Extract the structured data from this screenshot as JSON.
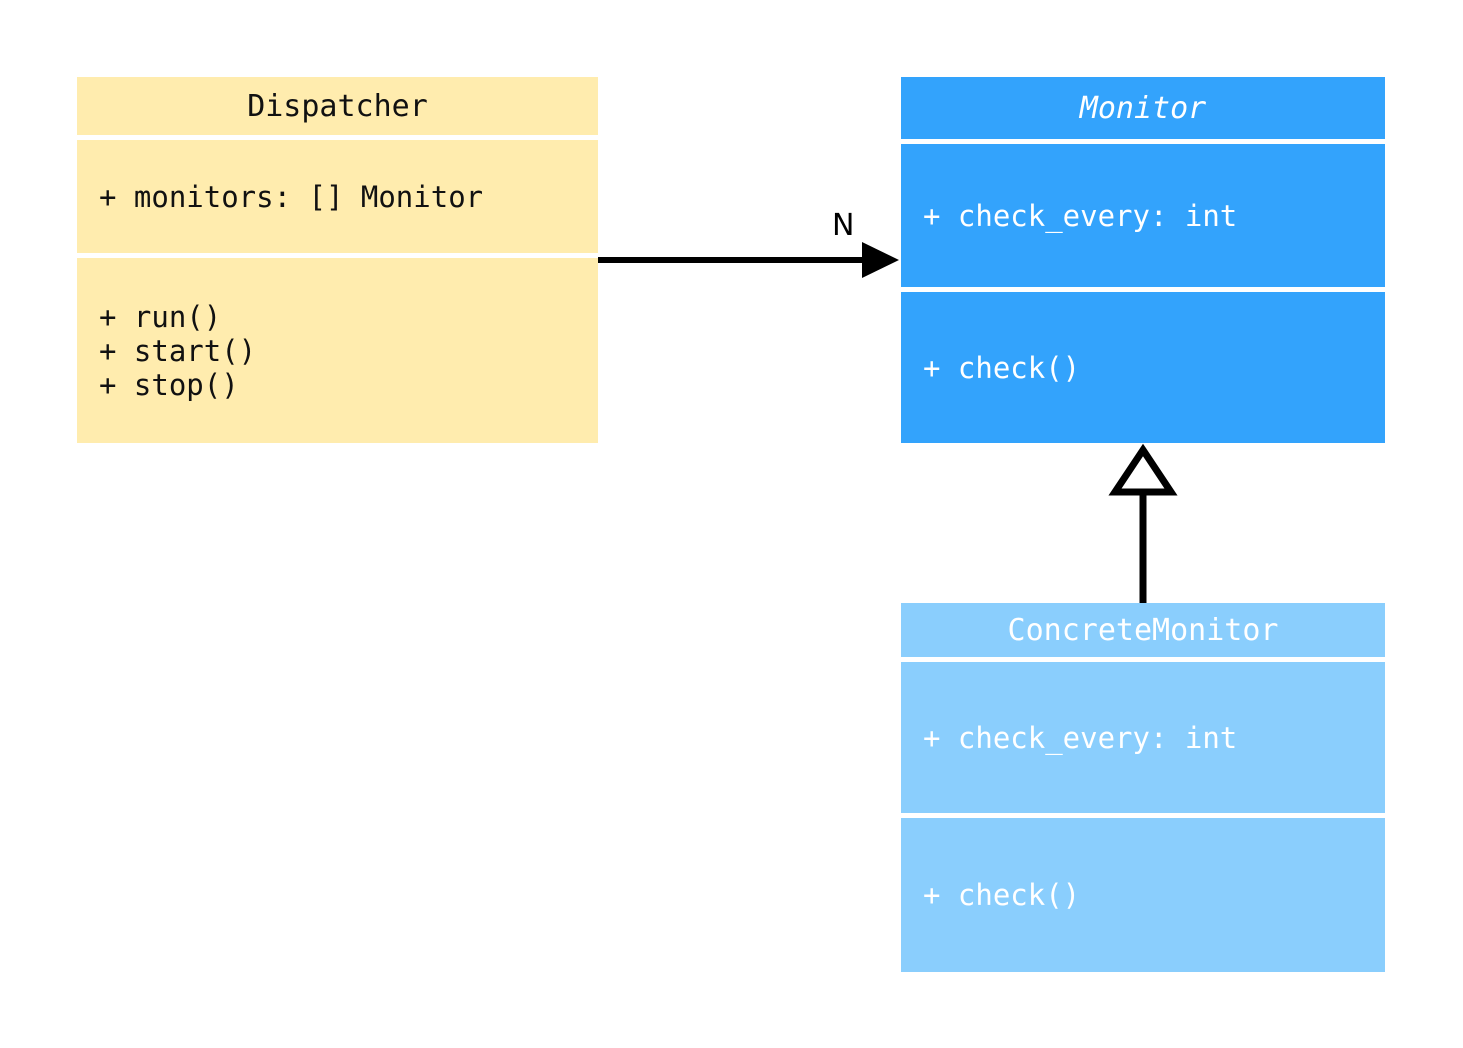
{
  "diagram": {
    "type": "uml-class-diagram",
    "background": "#ffffff",
    "classes": [
      {
        "id": "dispatcher",
        "name": "Dispatcher",
        "abstract": false,
        "fill": "#ffecae",
        "text_color": "#111111",
        "attributes": [
          "+ monitors: [] Monitor"
        ],
        "methods": [
          "+ run()",
          "+ start()",
          "+ stop()"
        ]
      },
      {
        "id": "monitor",
        "name": "Monitor",
        "abstract": true,
        "fill": "#33a3fc",
        "text_color": "#ffffff",
        "attributes": [
          "+ check_every: int"
        ],
        "methods": [
          "+ check()"
        ]
      },
      {
        "id": "concrete_monitor",
        "name": "ConcreteMonitor",
        "abstract": false,
        "fill": "#8acefd",
        "text_color": "#ffffff",
        "attributes": [
          "+ check_every: int"
        ],
        "methods": [
          "+ check()"
        ]
      }
    ],
    "relationships": [
      {
        "id": "dispatcher-monitor",
        "kind": "association",
        "from": "dispatcher",
        "to": "monitor",
        "arrowhead": "filled-arrow",
        "label": "N",
        "line_color": "#000000"
      },
      {
        "id": "concrete-monitor-inherits-monitor",
        "kind": "generalization",
        "from": "concrete_monitor",
        "to": "monitor",
        "arrowhead": "hollow-triangle",
        "label": "",
        "line_color": "#000000"
      }
    ]
  }
}
